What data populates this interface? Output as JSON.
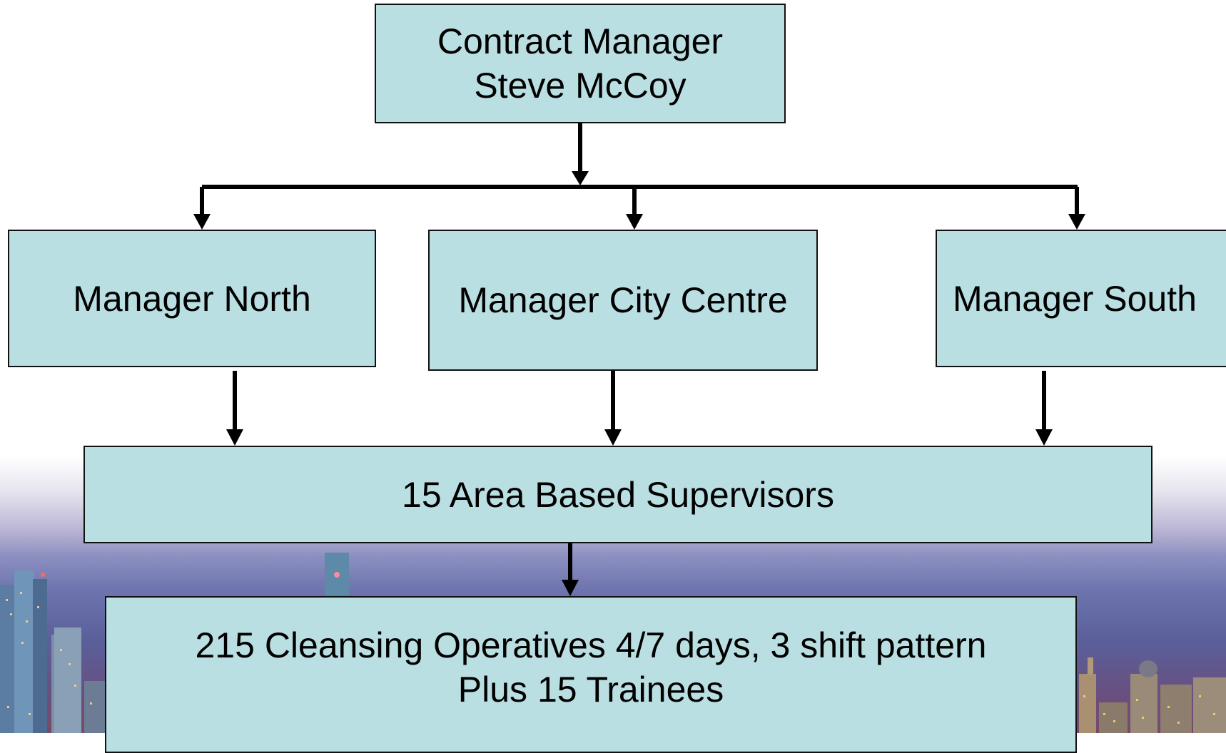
{
  "colors": {
    "box_fill": "#badfe2",
    "box_border": "#111111",
    "connector": "#000000"
  },
  "org_chart": {
    "top": {
      "role": "Contract Manager",
      "name": "Steve McCoy"
    },
    "managers": [
      {
        "label": "Manager North"
      },
      {
        "label": "Manager City Centre"
      },
      {
        "label": "Manager South"
      }
    ],
    "supervisors": {
      "label": "15 Area Based Supervisors"
    },
    "operatives": {
      "line1": "215 Cleansing Operatives 4/7 days, 3 shift pattern",
      "line2": "Plus 15 Trainees"
    }
  }
}
